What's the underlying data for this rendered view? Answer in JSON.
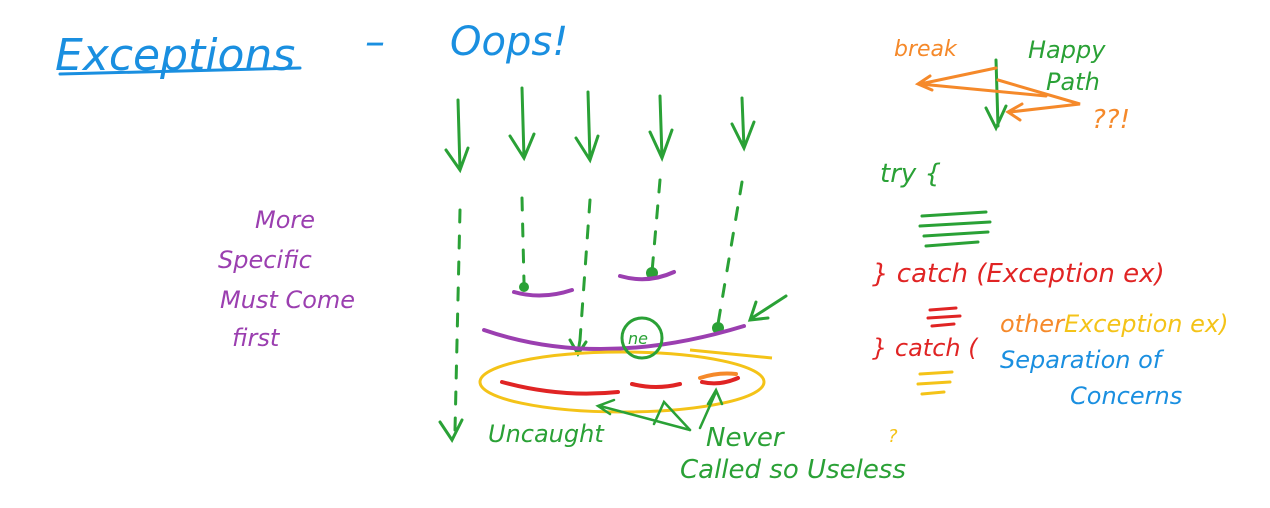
{
  "colors": {
    "blue": "#1a8fe0",
    "green": "#2aa136",
    "purple": "#9b3fb0",
    "orange": "#f5892a",
    "red": "#e02424",
    "yellow": "#f4c318"
  },
  "title": {
    "main": "Exceptions",
    "dash": "–",
    "sub": "Oops!"
  },
  "left_note": {
    "line1": "More",
    "line2": "Specific",
    "line3": "Must Come",
    "line4": "first"
  },
  "bottom_labels": {
    "uncaught": "Uncaught",
    "never_line1": "Never",
    "never_line2": "Called so Useless",
    "ne": "ne"
  },
  "happy_path": {
    "break": "break",
    "happy": "Happy",
    "path": "Path",
    "question": "??!"
  },
  "code_sketch": {
    "try": "try {",
    "catch1": "} catch (Exception ex)",
    "catch2_prefix": "} catch (",
    "catch2_other": "other",
    "catch2_suffix": "Exception ex)",
    "separation_line1": "Separation of",
    "separation_line2": "Concerns",
    "question": "?"
  }
}
